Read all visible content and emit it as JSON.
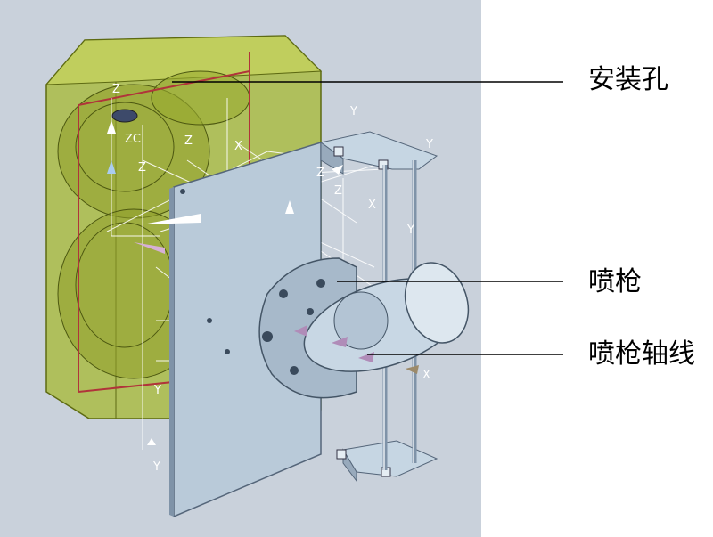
{
  "labels": {
    "mount_hole": "安装孔",
    "spray_gun": "喷枪",
    "spray_gun_axis": "喷枪轴线"
  },
  "axis_letters": [
    "Z",
    "Z",
    "Z",
    "ZC",
    "Z",
    "Y",
    "Y",
    "Z",
    "Y",
    "Y",
    "Y",
    "X",
    "X",
    "X"
  ],
  "colors": {
    "viewport_background": "#c9d1db",
    "housing_fill": "#a6b832",
    "mount_plate": "#b9cad9",
    "frame_lines": "#b0343a",
    "callout_line": "#000000"
  }
}
